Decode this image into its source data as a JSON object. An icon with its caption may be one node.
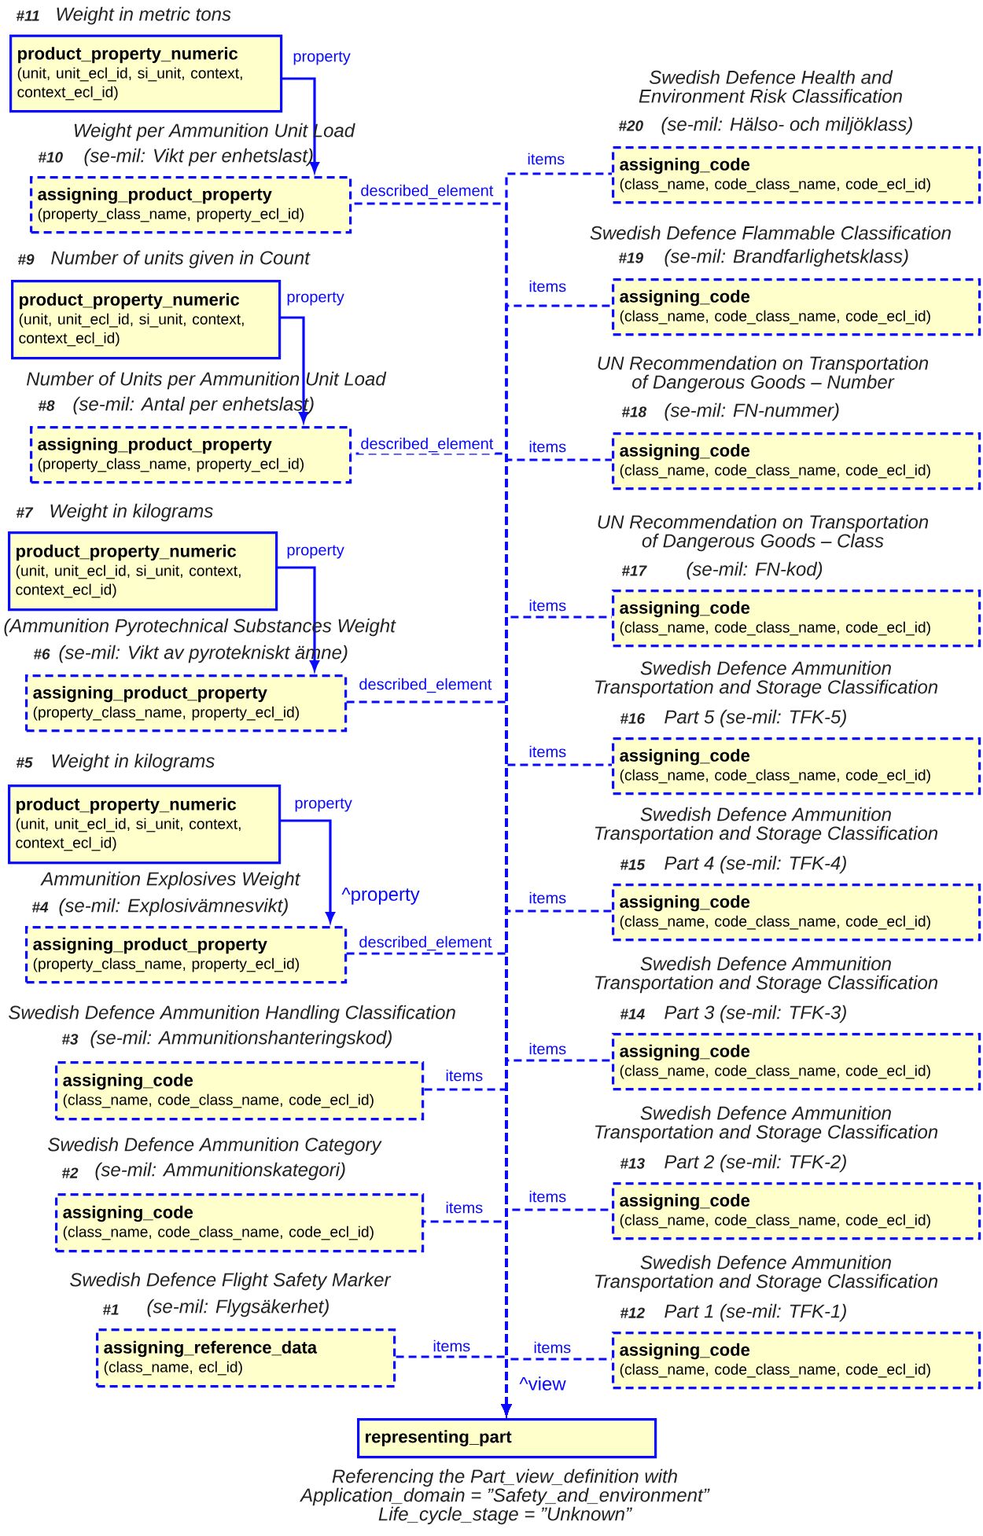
{
  "diagram": {
    "nodes": [
      {
        "text": [
          "product_property_numeric",
          "(unit, unit_ecl_id, si_unit, context, context_ecl_id)"
        ],
        "beside": [
          "#11",
          "Weight in metric tons"
        ]
      },
      {
        "text": [
          "assigning_product_property",
          "(property_class_name, property_ecl_id)"
        ],
        "beside": [
          "Weight per Ammunition Unit Load",
          "#10",
          "(se-mil: Vikt per enhetslast)"
        ]
      },
      {
        "text": [
          "product_property_numeric",
          "(unit, unit_ecl_id, si_unit, context, context_ecl_id)"
        ],
        "beside": [
          "#9",
          "Number of units given in Count"
        ]
      },
      {
        "text": [
          "assigning_product_property",
          "(property_class_name, property_ecl_id)"
        ],
        "beside": [
          "Number of Units per Ammunition Unit Load",
          "#8",
          "(se-mil: Antal per enhetslast)"
        ]
      },
      {
        "text": [
          "product_property_numeric",
          "(unit, unit_ecl_id, si_unit, context, context_ecl_id)"
        ],
        "beside": [
          "#7",
          "Weight in kilograms"
        ]
      },
      {
        "text": [
          "assigning_product_property",
          "(property_class_name, property_ecl_id)"
        ],
        "beside": [
          "(Ammunition Pyrotechnical Substances Weight",
          "#6",
          "(se-mil: Vikt av pyrotekniskt ämne)"
        ]
      },
      {
        "text": [
          "product_property_numeric",
          "(unit, unit_ecl_id, si_unit, context, context_ecl_id)"
        ],
        "beside": [
          "#5",
          "Weight in kilograms"
        ]
      },
      {
        "text": [
          "assigning_product_property",
          "(property_class_name, property_ecl_id)"
        ],
        "beside": [
          "Ammunition Explosives Weight",
          "#4",
          "(se-mil: Explosivämnesvikt)"
        ]
      },
      {
        "text": [
          "assigning_code",
          "(class_name, code_class_name, code_ecl_id)"
        ],
        "beside": [
          "Swedish Defence Ammunition Handling Classification",
          "#3",
          "(se-mil: Ammunitionshanteringskod)"
        ]
      },
      {
        "text": [
          "assigning_code",
          "(class_name, code_class_name, code_ecl_id)"
        ],
        "beside": [
          "Swedish Defence Ammunition Category",
          "#2",
          "(se-mil: Ammunitionskategori)"
        ]
      },
      {
        "text": [
          "assigning_reference_data",
          "(class_name, ecl_id)"
        ],
        "beside": [
          "Swedish Defence Flight Safety Marker",
          "#1",
          "(se-mil: Flygsäkerhet)"
        ]
      },
      {
        "text": [
          "assigning_code",
          "(class_name, code_class_name, code_ecl_id)"
        ],
        "beside": [
          "Swedish Defence Health and Environment Risk Classification",
          "#20",
          "(se-mil: Hälso- och miljöklass)"
        ]
      },
      {
        "text": [
          "assigning_code",
          "(class_name, code_class_name, code_ecl_id)"
        ],
        "beside": [
          "Swedish Defence Flammable Classification",
          "#19",
          "(se-mil: Brandfarlighetsklass)"
        ]
      },
      {
        "text": [
          "assigning_code",
          "(class_name, code_class_name, code_ecl_id)"
        ],
        "beside": [
          "UN Recommendation on Transportation of Dangerous Goods – Number",
          "#18",
          "(se-mil: FN-nummer)"
        ]
      },
      {
        "text": [
          "assigning_code",
          "(class_name, code_class_name, code_ecl_id)"
        ],
        "beside": [
          "UN Recommendation on Transportation of Dangerous Goods – Class",
          "#17",
          "(se-mil: FN-kod)"
        ]
      },
      {
        "text": [
          "assigning_code",
          "(class_name, code_class_name, code_ecl_id)"
        ],
        "beside": [
          "Swedish Defence Ammunition Transportation and Storage Classification",
          "#16",
          "Part 5 (se-mil: TFK-5)"
        ]
      },
      {
        "text": [
          "assigning_code",
          "(class_name, code_class_name, code_ecl_id)"
        ],
        "beside": [
          "Swedish Defence Ammunition Transportation and Storage Classification",
          "#15",
          "Part 4 (se-mil: TFK-4)"
        ]
      },
      {
        "text": [
          "assigning_code",
          "(class_name, code_class_name, code_ecl_id)"
        ],
        "beside": [
          "Swedish Defence Ammunition Transportation and Storage Classification",
          "#14",
          "Part 3 (se-mil: TFK-3)"
        ]
      },
      {
        "text": [
          "assigning_code",
          "(class_name, code_class_name, code_ecl_id)"
        ],
        "beside": [
          "Swedish Defence Ammunition Transportation and Storage Classification",
          "#13",
          "Part 2 (se-mil: TFK-2)"
        ]
      },
      {
        "text": [
          "assigning_code",
          "(class_name, code_class_name, code_ecl_id)"
        ],
        "beside": [
          "Swedish Defence Ammunition Transportation and Storage Classification",
          "#12",
          "Part 1 (se-mil: TFK-1)"
        ]
      },
      {
        "text": [
          "representing_part"
        ],
        "beside": [
          "Referencing the Part_view_definition with Application_domain = ”Safety_and_environment” Life_cycle_stage = ”Unknown”"
        ]
      }
    ],
    "edges": [
      {
        "from": 0,
        "to": 1,
        "arrow": "to",
        "label": "property"
      },
      {
        "from": 2,
        "to": 3,
        "arrow": "to",
        "label": "property"
      },
      {
        "from": 4,
        "to": 5,
        "arrow": "to",
        "label": "property"
      },
      {
        "from": 6,
        "to": 7,
        "arrow": "to",
        "label": "property"
      },
      {
        "from": 1,
        "to": 20,
        "arrow": "to",
        "label": "described_element",
        "style": "dashed"
      },
      {
        "from": 3,
        "to": 20,
        "arrow": "to",
        "label": "described_element",
        "style": "dashed"
      },
      {
        "from": 5,
        "to": 20,
        "arrow": "to",
        "label": "described_element",
        "style": "dashed"
      },
      {
        "from": 7,
        "to": 20,
        "arrow": "to",
        "label": "described_element",
        "style": "dashed"
      },
      {
        "from": 8,
        "to": 20,
        "arrow": "to",
        "label": "items",
        "style": "dashed"
      },
      {
        "from": 9,
        "to": 20,
        "arrow": "to",
        "label": "items",
        "style": "dashed"
      },
      {
        "from": 10,
        "to": 20,
        "arrow": "to",
        "label": "items",
        "style": "dashed"
      },
      {
        "from": 11,
        "to": 20,
        "arrow": "to",
        "label": "items",
        "style": "dashed"
      },
      {
        "from": 12,
        "to": 20,
        "arrow": "to",
        "label": "items",
        "style": "dashed"
      },
      {
        "from": 13,
        "to": 20,
        "arrow": "to",
        "label": "items",
        "style": "dashed"
      },
      {
        "from": 14,
        "to": 20,
        "arrow": "to",
        "label": "items",
        "style": "dashed"
      },
      {
        "from": 15,
        "to": 20,
        "arrow": "to",
        "label": "items",
        "style": "dashed"
      },
      {
        "from": 16,
        "to": 20,
        "arrow": "to",
        "label": "items",
        "style": "dashed"
      },
      {
        "from": 17,
        "to": 20,
        "arrow": "to",
        "label": "items",
        "style": "dashed"
      },
      {
        "from": 18,
        "to": 20,
        "arrow": "to",
        "label": "items",
        "style": "dashed"
      },
      {
        "from": 19,
        "to": 20,
        "arrow": "to",
        "label": "items",
        "style": "dashed"
      }
    ],
    "labels": [
      "^property",
      "^view"
    ]
  }
}
